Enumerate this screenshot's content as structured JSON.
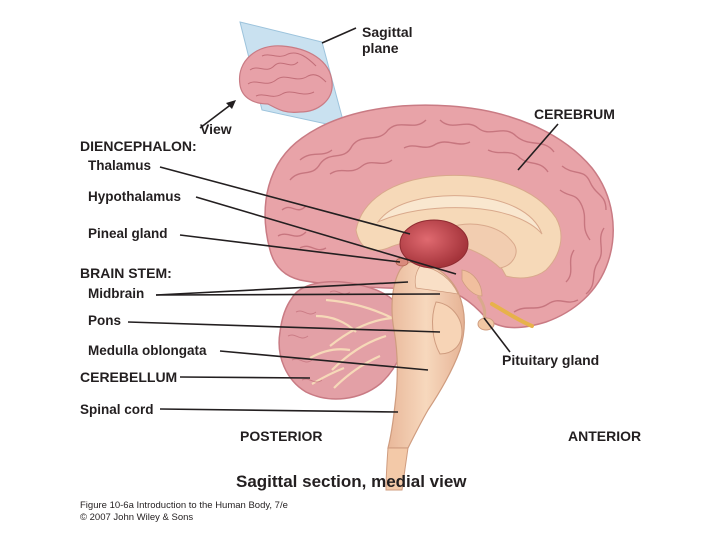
{
  "labels": {
    "sagittal_plane_1": "Sagittal",
    "sagittal_plane_2": "plane",
    "view": "View",
    "cerebrum": "CEREBRUM",
    "diencephalon": "DIENCEPHALON:",
    "thalamus": "Thalamus",
    "hypothalamus": "Hypothalamus",
    "pineal_gland": "Pineal gland",
    "brain_stem": "BRAIN STEM:",
    "midbrain": "Midbrain",
    "pons": "Pons",
    "medulla_oblongata": "Medulla oblongata",
    "cerebellum": "CEREBELLUM",
    "spinal_cord": "Spinal cord",
    "pituitary_gland": "Pituitary gland",
    "posterior": "POSTERIOR",
    "anterior": "ANTERIOR"
  },
  "title": "Sagittal section, medial view",
  "credit": {
    "line1": "Figure 10-6a  Introduction to the Human Body, 7/e",
    "line2": "© 2007 John Wiley & Sons"
  },
  "colors": {
    "cortex": "#e8a3a8",
    "cortex_dark": "#c97b84",
    "white_matter": "#f6d9b8",
    "thalamus": "#c2474d",
    "brainstem": "#f3c9a8",
    "cerebellum": "#e3a0a6",
    "plane": "#c9e1f0",
    "pituitary": "#e7b24a"
  }
}
